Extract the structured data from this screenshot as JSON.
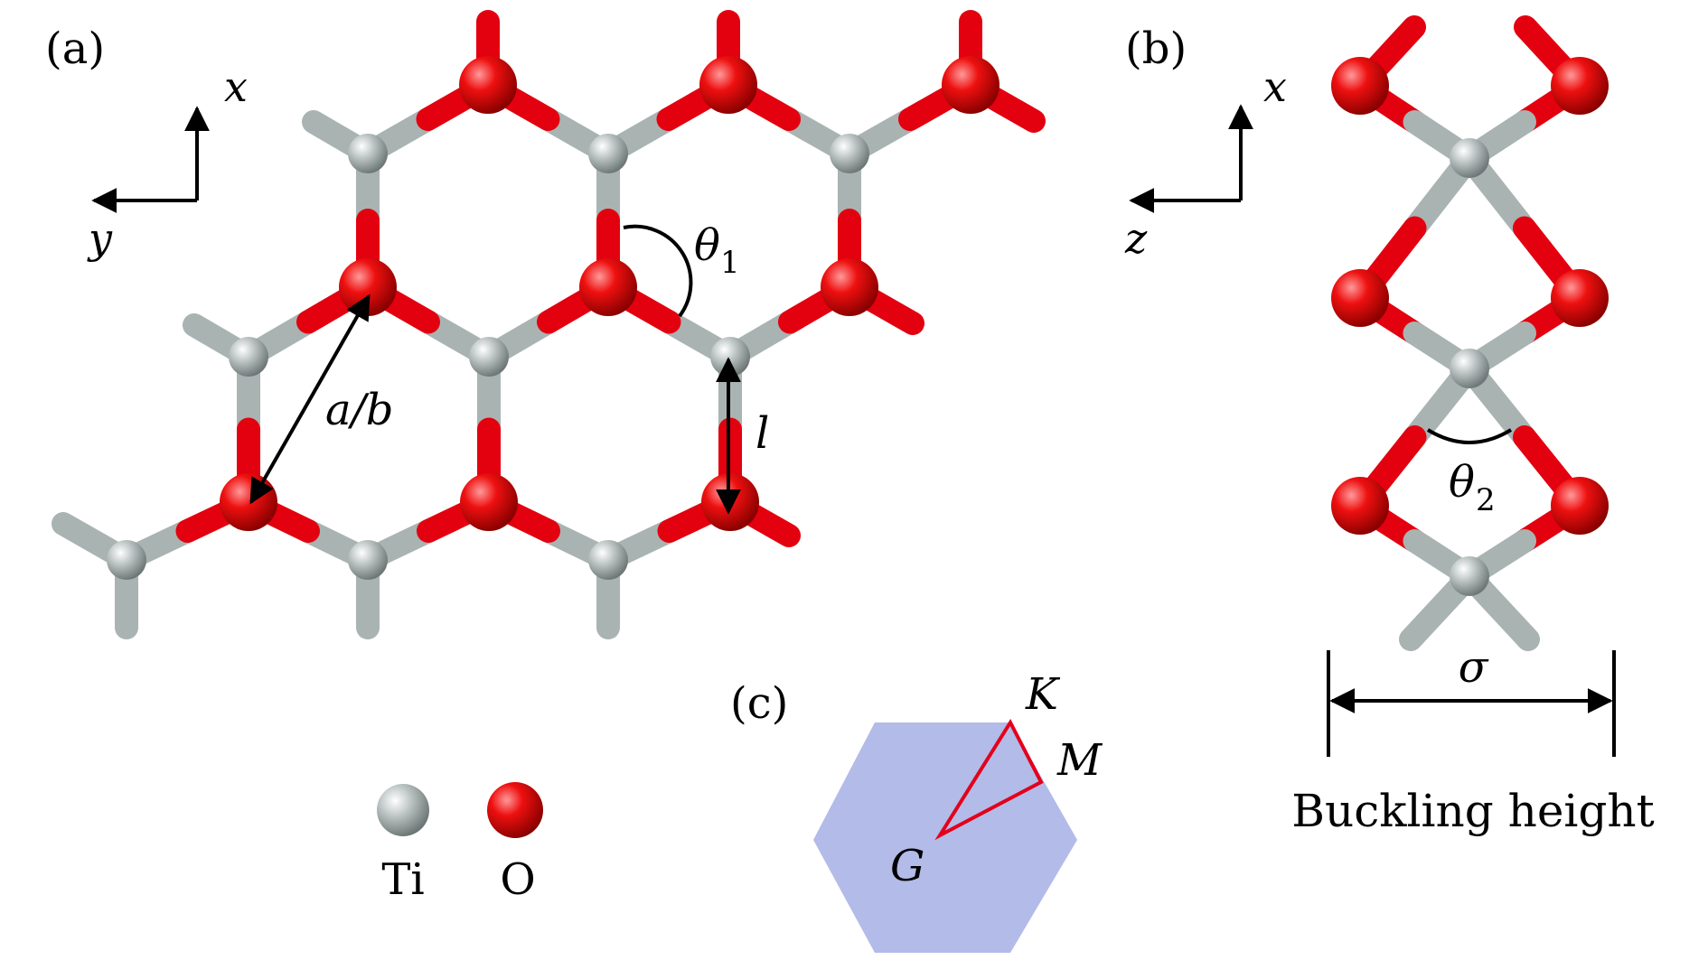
{
  "panels": {
    "a": {
      "label": "(a)"
    },
    "b": {
      "label": "(b)"
    },
    "c": {
      "label": "(c)"
    }
  },
  "axes_a": {
    "up": "x",
    "left": "y"
  },
  "axes_b": {
    "up": "x",
    "left": "z"
  },
  "annotations": {
    "lattice_constant": "a/b",
    "bond_length": "l",
    "angle_theta": "θ",
    "angle_1_sub": "1",
    "angle_2_sub": "2",
    "buckling_symbol": "σ",
    "buckling_caption": "Buckling height"
  },
  "legend": [
    {
      "symbol": "Ti",
      "color": "#a9b3b2"
    },
    {
      "symbol": "O",
      "color": "#e3000f"
    }
  ],
  "brillouin": {
    "points": {
      "gamma": "G",
      "k": "K",
      "m": "M"
    },
    "fill_color": "#b3bbe8",
    "path_color": "#e3001b"
  },
  "colors": {
    "ti": "#a9b3b2",
    "o": "#e3000f",
    "bond_dark": "#7c8685"
  }
}
